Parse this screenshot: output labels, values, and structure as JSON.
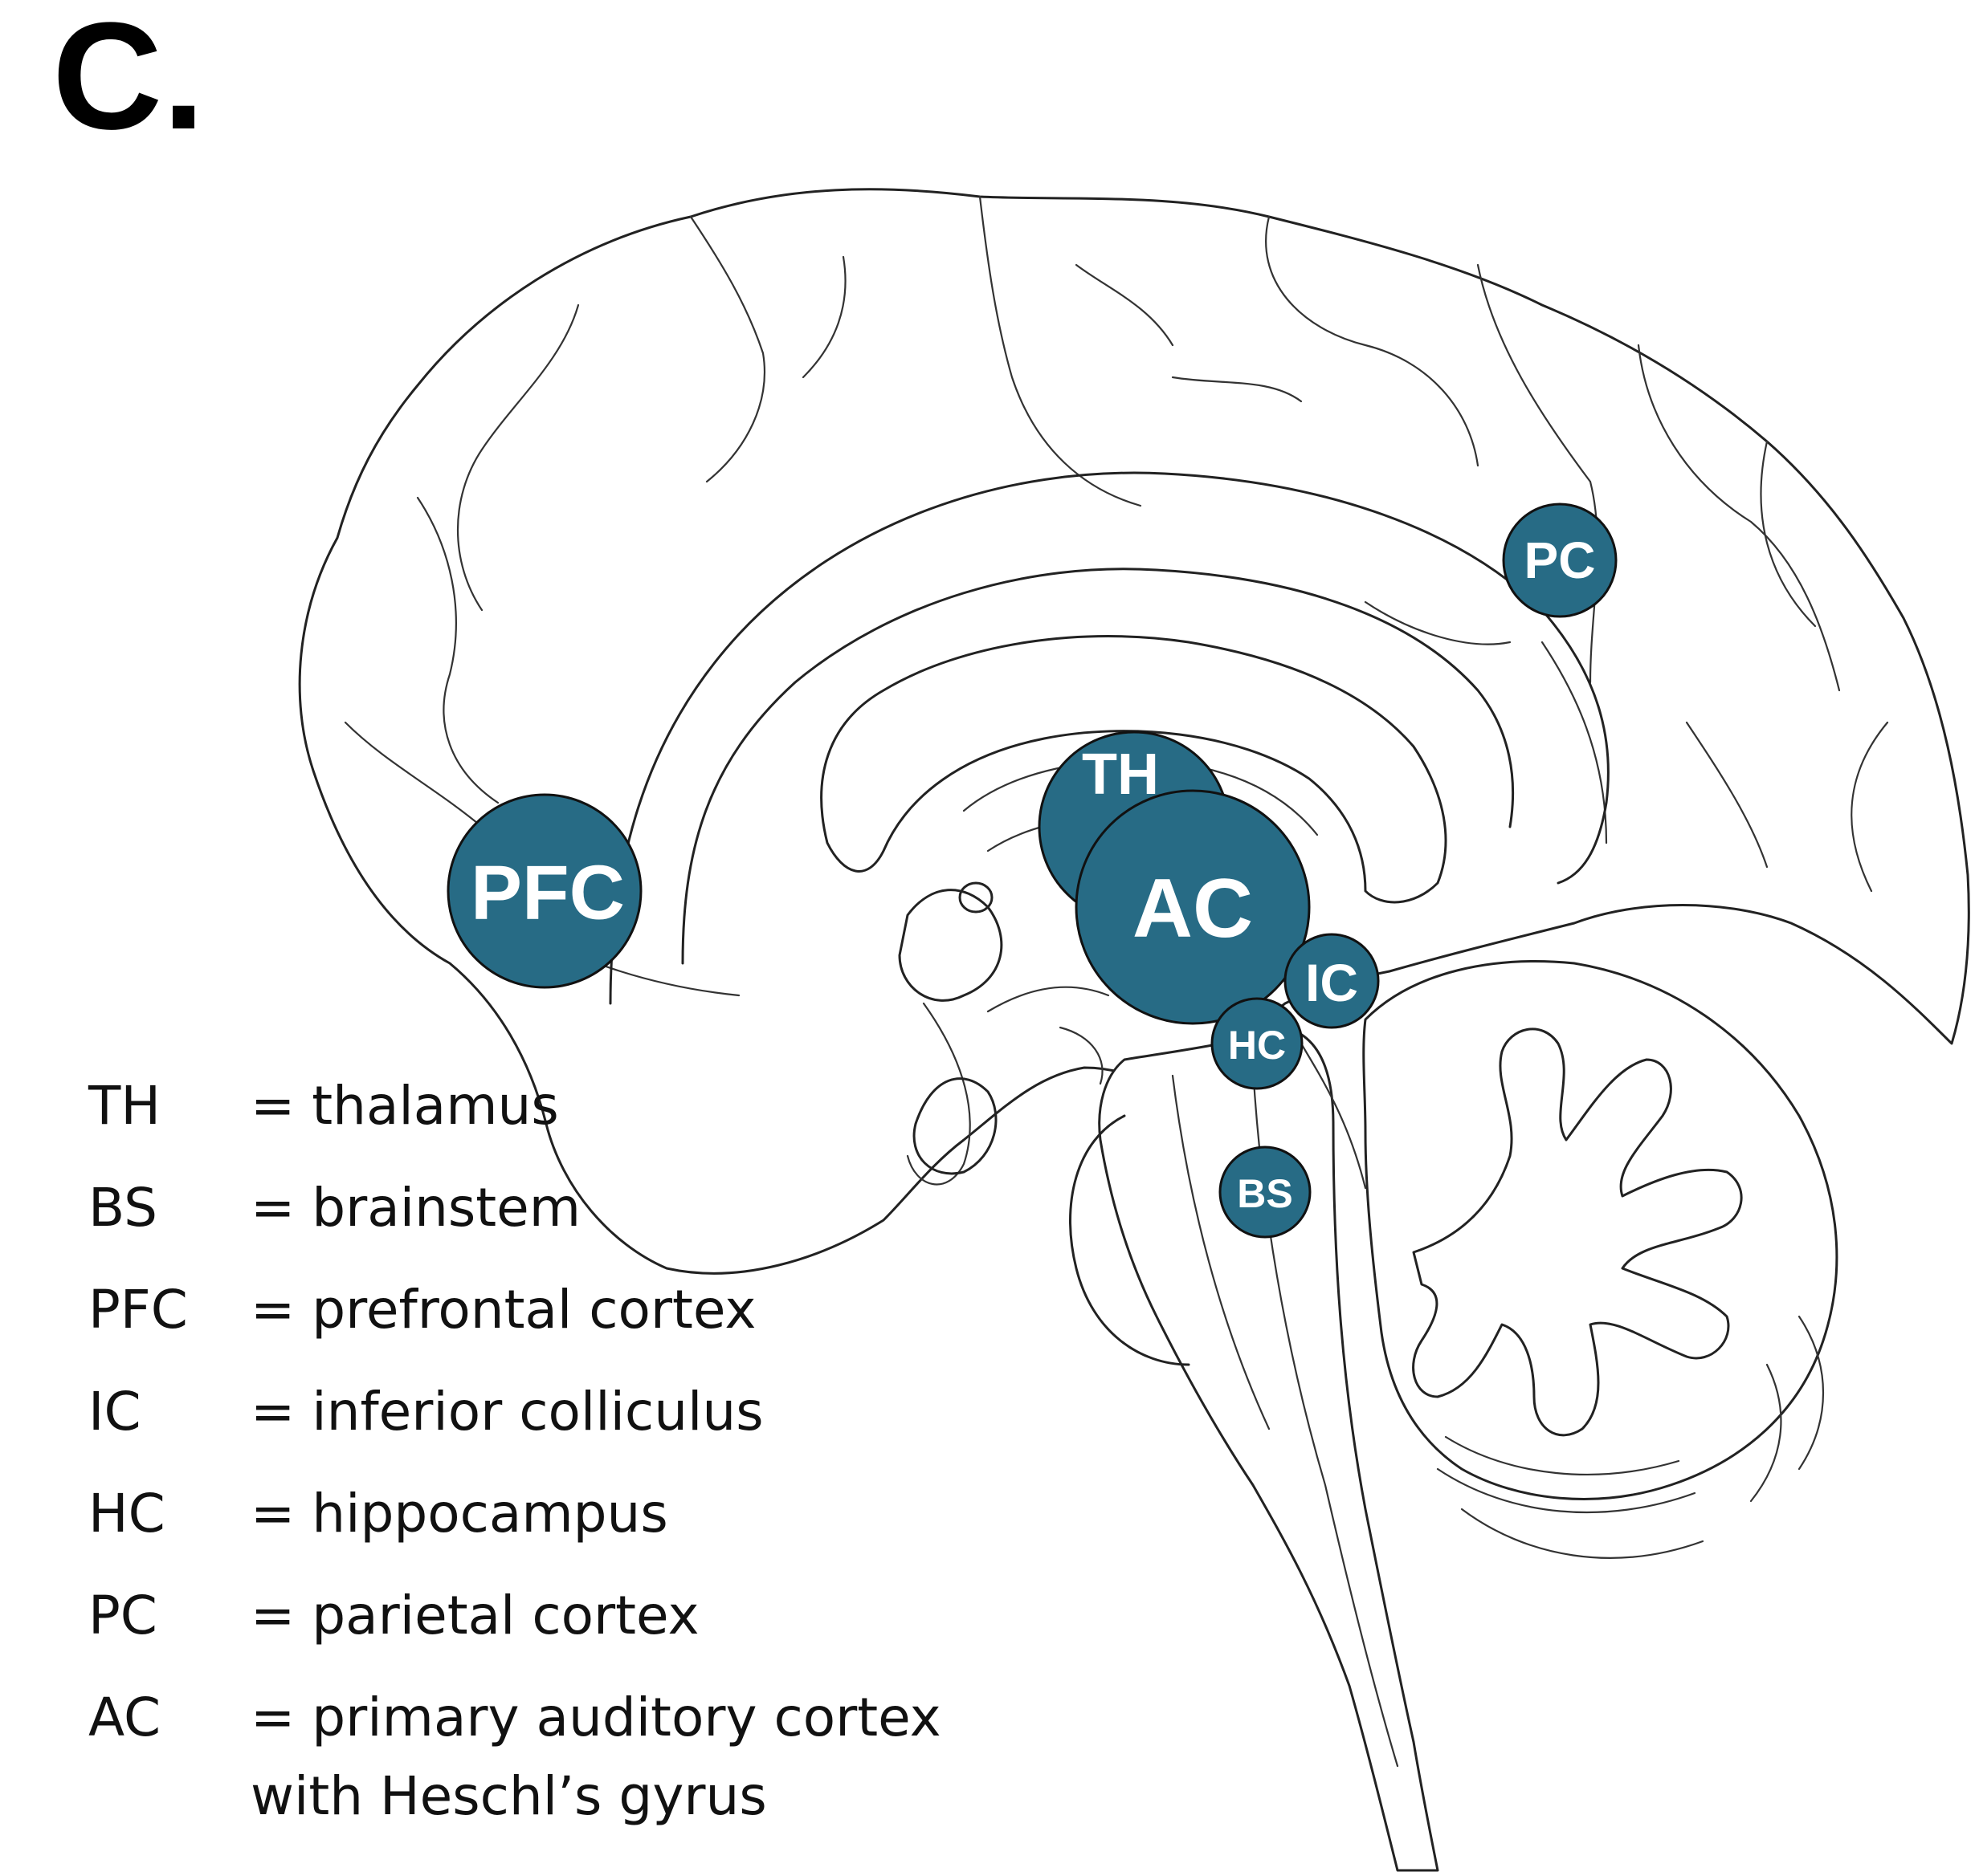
{
  "panel_label": "C.",
  "colors": {
    "region_fill": "#276b85",
    "outline": "#222222",
    "label_text": "#ffffff"
  },
  "regions": [
    {
      "abbr": "PC"
    },
    {
      "abbr": "TH"
    },
    {
      "abbr": "PFC"
    },
    {
      "abbr": "AC"
    },
    {
      "abbr": "IC"
    },
    {
      "abbr": "HC"
    },
    {
      "abbr": "BS"
    }
  ],
  "legend": [
    {
      "abbr": "TH",
      "definition": "= thalamus"
    },
    {
      "abbr": "BS",
      "definition": "= brainstem"
    },
    {
      "abbr": "PFC",
      "definition": "= prefrontal cortex"
    },
    {
      "abbr": "IC",
      "definition": "= inferior colliculus"
    },
    {
      "abbr": "HC",
      "definition": "= hippocampus"
    },
    {
      "abbr": "PC",
      "definition": "= parietal cortex"
    },
    {
      "abbr": "AC",
      "definition": "= primary auditory cortex",
      "continuation": "with Heschl’s gyrus"
    }
  ]
}
